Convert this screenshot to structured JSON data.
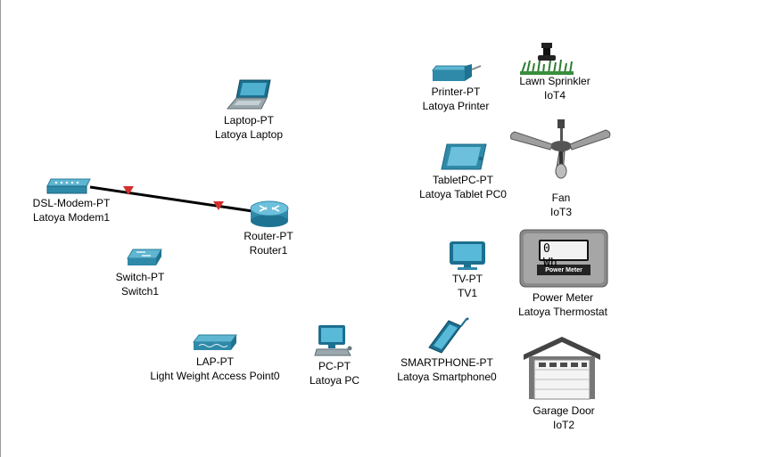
{
  "devices": {
    "laptop": {
      "type": "Laptop-PT",
      "name": "Latoya Laptop",
      "icon": "laptop-icon"
    },
    "modem": {
      "type": "DSL-Modem-PT",
      "name": "Latoya Modem1",
      "icon": "dsl-modem-icon"
    },
    "router": {
      "type": "Router-PT",
      "name": "Router1",
      "icon": "router-icon"
    },
    "switch": {
      "type": "Switch-PT",
      "name": "Switch1",
      "icon": "switch-icon"
    },
    "lap": {
      "type": "LAP-PT",
      "name": "Light Weight Access Point0",
      "icon": "access-point-icon"
    },
    "pc": {
      "type": "PC-PT",
      "name": "Latoya PC",
      "icon": "pc-icon"
    },
    "printer": {
      "type": "Printer-PT",
      "name": "Latoya Printer",
      "icon": "printer-icon"
    },
    "tablet": {
      "type": "TabletPC-PT",
      "name": "Latoya Tablet PC0",
      "icon": "tablet-icon"
    },
    "tv": {
      "type": "TV-PT",
      "name": "TV1",
      "icon": "tv-icon"
    },
    "smartphone": {
      "type": "SMARTPHONE-PT",
      "name": "Latoya Smartphone0",
      "icon": "smartphone-icon"
    },
    "sprinkler": {
      "type": "Lawn Sprinkler",
      "name": "IoT4",
      "icon": "lawn-sprinkler-icon"
    },
    "fan": {
      "type": "Fan",
      "name": "IoT3",
      "icon": "ceiling-fan-icon"
    },
    "powermeter": {
      "type": "Power Meter",
      "name": "Latoya Thermostat",
      "icon": "power-meter-icon",
      "display_value": "0 Wh",
      "panel_label": "Power Meter"
    },
    "garage": {
      "type": "Garage Door",
      "name": "IoT2",
      "icon": "garage-door-icon"
    }
  },
  "links": [
    {
      "from": "modem",
      "to": "router",
      "status": "down",
      "status_color": "#d32f2f",
      "cable_color": "#000000"
    }
  ]
}
